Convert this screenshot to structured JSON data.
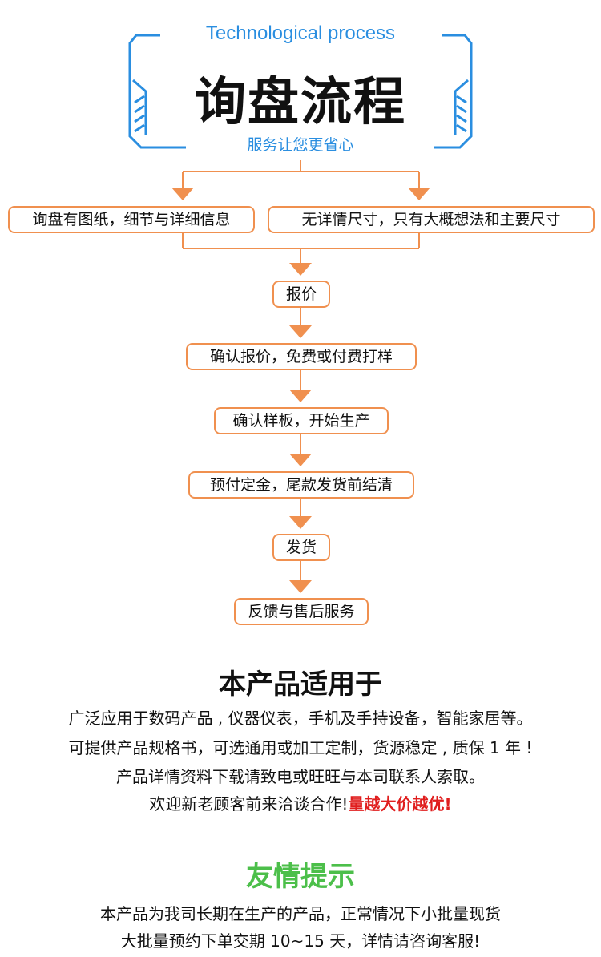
{
  "header": {
    "en_title": "Technological process",
    "cn_title": "询盘流程",
    "subtitle": "服务让您更省心"
  },
  "flow": {
    "left_option": "询盘有图纸，细节与详细信息",
    "right_option": "无详情尺寸，只有大概想法和主要尺寸",
    "steps": [
      "报价",
      "确认报价，免费或付费打样",
      "确认样板，开始生产",
      "预付定金，尾款发货前结清",
      "发货",
      "反馈与售后服务"
    ]
  },
  "usage": {
    "title": "本产品适用于",
    "line1": "广泛应用于数码产品 , 仪器仪表，手机及手持设备，智能家居等。",
    "line2": "可提供产品规格书，可选通用或加工定制，货源稳定 , 质保 1 年 !",
    "line3": "产品详情资料下载请致电或旺旺与本司联系人索取。",
    "line4_normal": "欢迎新老顾客前来洽谈合作!",
    "line4_highlight": "量越大价越优!"
  },
  "tips": {
    "title": "友情提示",
    "line1": "本产品为我司长期在生产的产品，正常情况下小批量现货",
    "line2": "大批量预约下单交期 10~15 天，详情请咨询客服!"
  },
  "colors": {
    "accent_blue": "#2a8ee0",
    "flow_orange": "#f0904f",
    "highlight_red": "#e01e1e",
    "tip_green": "#4cbf4a"
  }
}
